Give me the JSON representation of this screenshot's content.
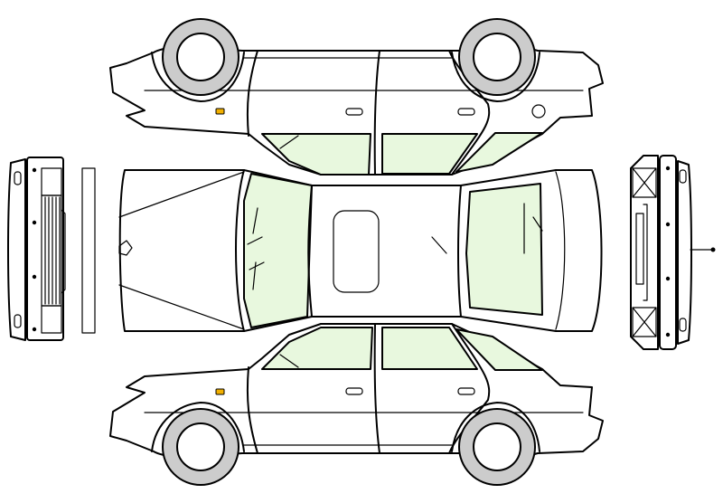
{
  "colors": {
    "glass": "#e8f8de",
    "tire": "#cccccc",
    "indicator": "#f2b000",
    "light": "#fff7c8",
    "outline": "#000000",
    "panel": "#ffffff"
  },
  "views": [
    "top-side-view",
    "top-view",
    "bottom-side-view",
    "front-end-view",
    "rear-end-view"
  ],
  "icons": [
    "tire-icon",
    "turn-signal-icon",
    "door-handle-icon",
    "fuel-cap-icon",
    "sunroof-icon",
    "hood-ornament-icon",
    "antenna-icon"
  ]
}
